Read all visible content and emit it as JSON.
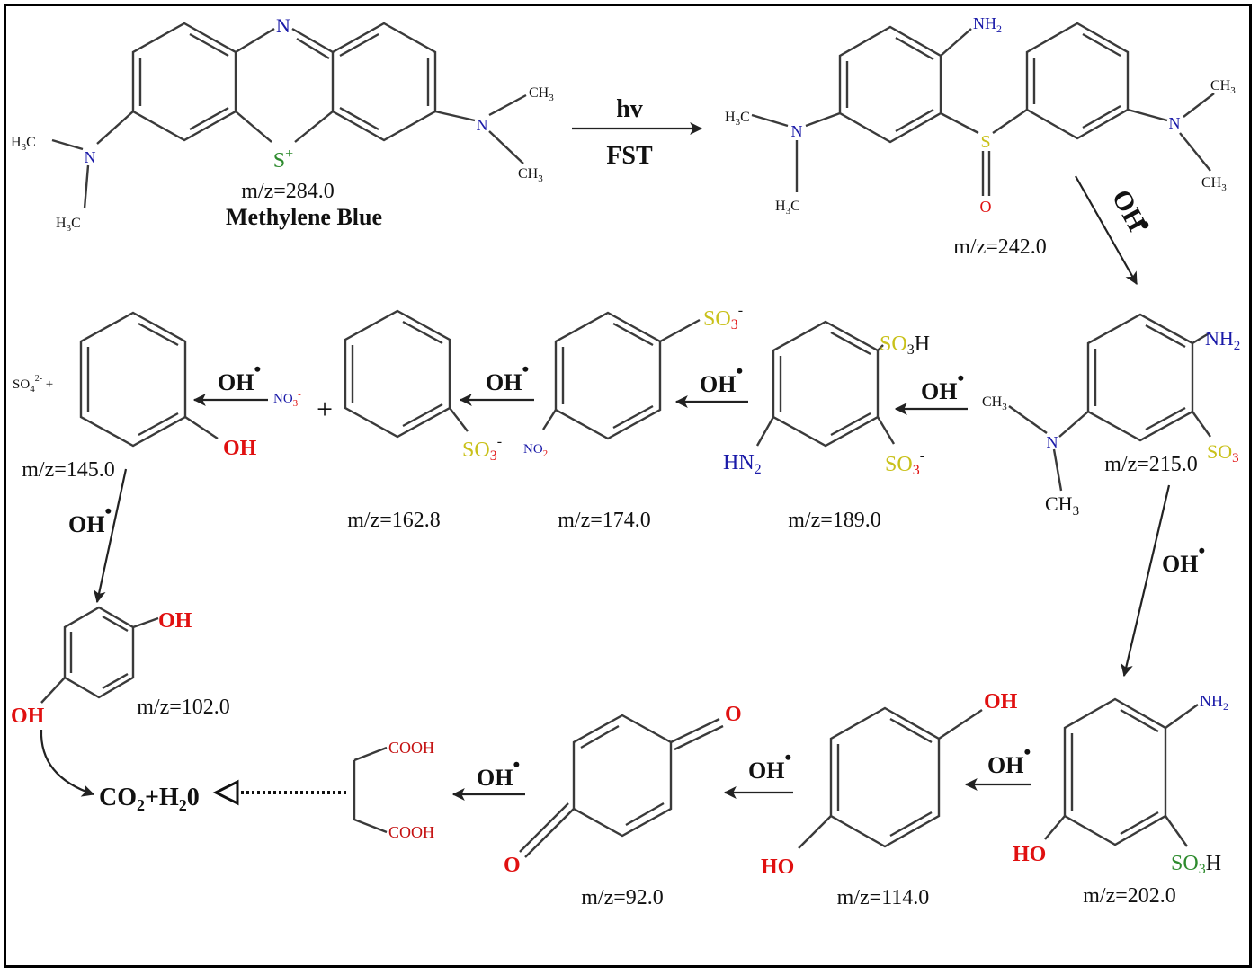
{
  "diagram": {
    "name_mb": "Methylene Blue",
    "mz": {
      "mb": "m/z=284.0",
      "sulfoxide": "m/z=242.0",
      "c215": "m/z=215.0",
      "c189": "m/z=189.0",
      "c174": "m/z=174.0",
      "c162": "m/z=162.8",
      "c145": "m/z=145.0",
      "c102": "m/z=102.0",
      "c202": "m/z=202.0",
      "c114": "m/z=114.0",
      "c92": "m/z=92.0"
    },
    "step_hv": "hv",
    "step_fst": "FST",
    "oh_radical": "OH",
    "radical_dot": "•",
    "final_products": "CO",
    "final_mid": "2",
    "final_end": "+H",
    "final_tail": "2",
    "final_last": "0",
    "plus": "+",
    "so4_prefix": "SO",
    "so4_sub": "4",
    "so4_sup": "2-",
    "so4_plus": " +",
    "no3_prefix": "NO",
    "no3_sub": "3",
    "no3_sup": "-",
    "atoms": {
      "N": "N",
      "S": "S",
      "Splus": "+",
      "O": "O",
      "H3C": "H",
      "H3C_3": "3",
      "H3C_C": "C",
      "CH": "CH",
      "CH_3": "3",
      "NH": "NH",
      "NH_2": "2",
      "HN": "HN",
      "HN_2": "2",
      "SO": "SO",
      "SO_3": "3",
      "SO3H_H": "H",
      "minus": "-",
      "NO": "NO",
      "NO_2": "2",
      "OH": "OH",
      "HO": "HO",
      "COOH": "COOH"
    }
  },
  "colors": {
    "nitrogen": "#1a1aa8",
    "sulfur_green": "#2e8b2e",
    "sulfur_yellow": "#c9c11a",
    "oxygen": "#e01010",
    "ink": "#111111"
  }
}
